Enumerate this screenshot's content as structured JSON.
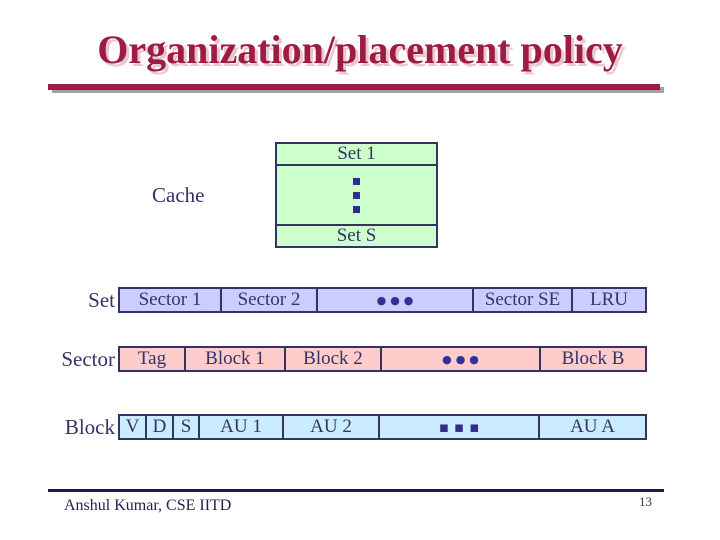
{
  "slide": {
    "title": "Organization/placement policy",
    "footer": "Anshul Kumar, CSE IITD",
    "page_number": "13"
  },
  "cache": {
    "label": "Cache",
    "first_set": "Set 1",
    "last_set": "Set S",
    "ellipsis_icon": "vertical-ellipsis-icon"
  },
  "rows": {
    "set": {
      "label": "Set",
      "cells": [
        "Sector 1",
        "Sector 2",
        "●●●",
        "Sector SE",
        "LRU"
      ]
    },
    "sector": {
      "label": "Sector",
      "cells": [
        "Tag",
        "Block 1",
        "Block 2",
        "●●●",
        "Block B"
      ]
    },
    "block": {
      "label": "Block",
      "cells": [
        "V",
        "D",
        "S",
        "AU 1",
        "AU 2",
        "▪▪▪",
        "AU A"
      ]
    }
  },
  "colors": {
    "title": "#9E1B42",
    "title_shadow": "#E9C7D1",
    "underline": "#9E1B42",
    "underline_shadow": "#A3A3A3",
    "navy_text_border": "#333366",
    "cache_fill": "#CCFFCC",
    "set_row_fill": "#CCCCFF",
    "sector_row_fill": "#FFCCCC",
    "block_row_fill": "#CBEBFF",
    "footer_line": "#1B1B4D"
  }
}
